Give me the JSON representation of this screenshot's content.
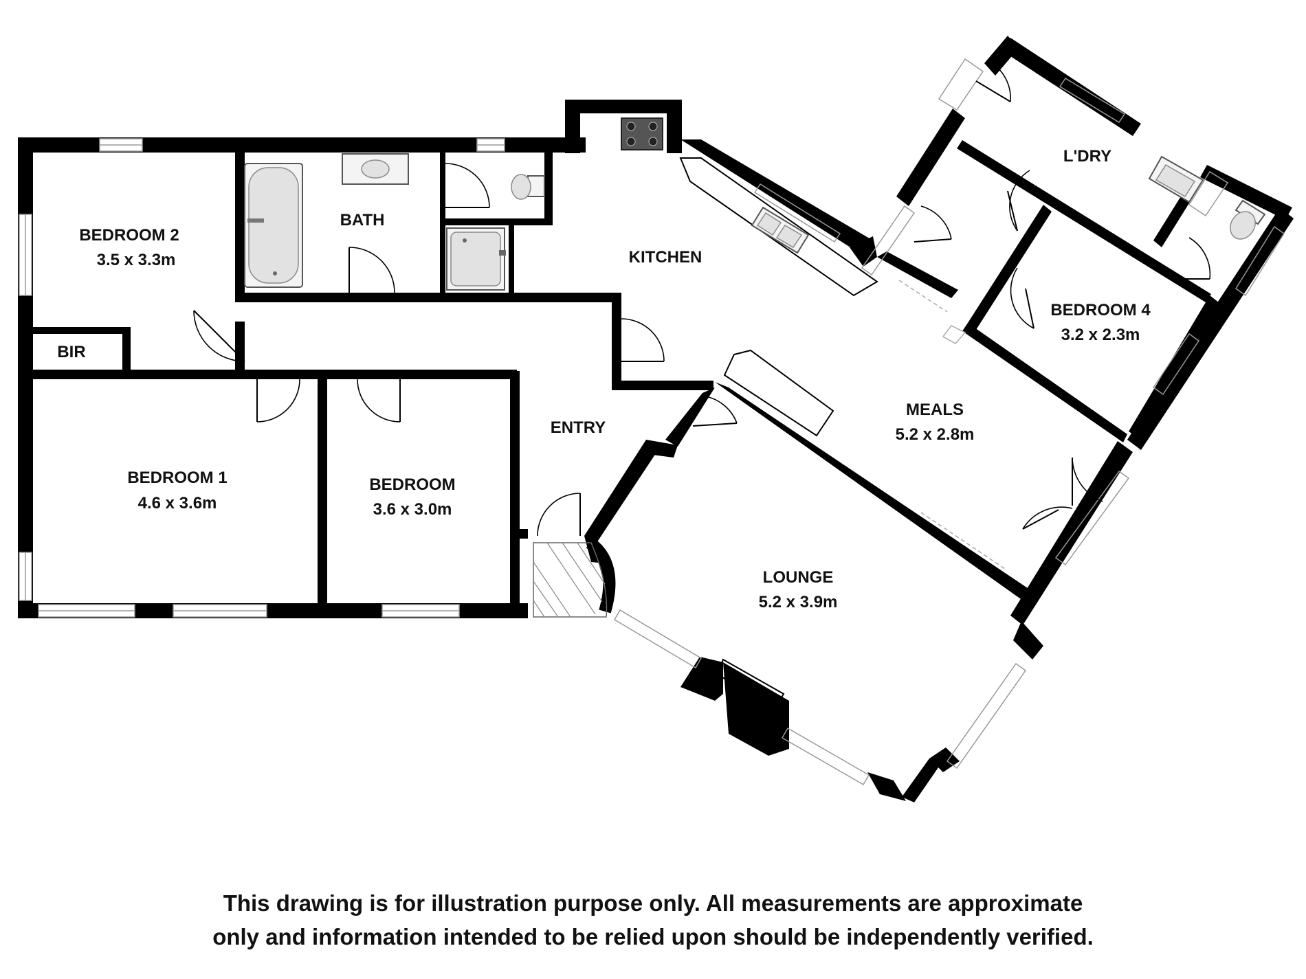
{
  "rooms": {
    "bedroom2": {
      "name": "BEDROOM 2",
      "dims": "3.5 x 3.3m"
    },
    "bath": {
      "name": "BATH"
    },
    "kitchen": {
      "name": "KITCHEN"
    },
    "laundry": {
      "name": "L'DRY"
    },
    "bedroom4": {
      "name": "BEDROOM 4",
      "dims": "3.2 x 2.3m"
    },
    "bir": {
      "name": "BIR"
    },
    "meals": {
      "name": "MEALS",
      "dims": "5.2 x 2.8m"
    },
    "entry": {
      "name": "ENTRY"
    },
    "bedroom1": {
      "name": "BEDROOM 1",
      "dims": "4.6 x 3.6m"
    },
    "bedroom": {
      "name": "BEDROOM",
      "dims": "3.6 x 3.0m"
    },
    "lounge": {
      "name": "LOUNGE",
      "dims": "5.2 x 3.9m"
    }
  },
  "disclaimer": {
    "line1": "This drawing is for illustration purpose only. All measurements are approximate",
    "line2": "only and information intended to be relied upon should be independently verified."
  }
}
